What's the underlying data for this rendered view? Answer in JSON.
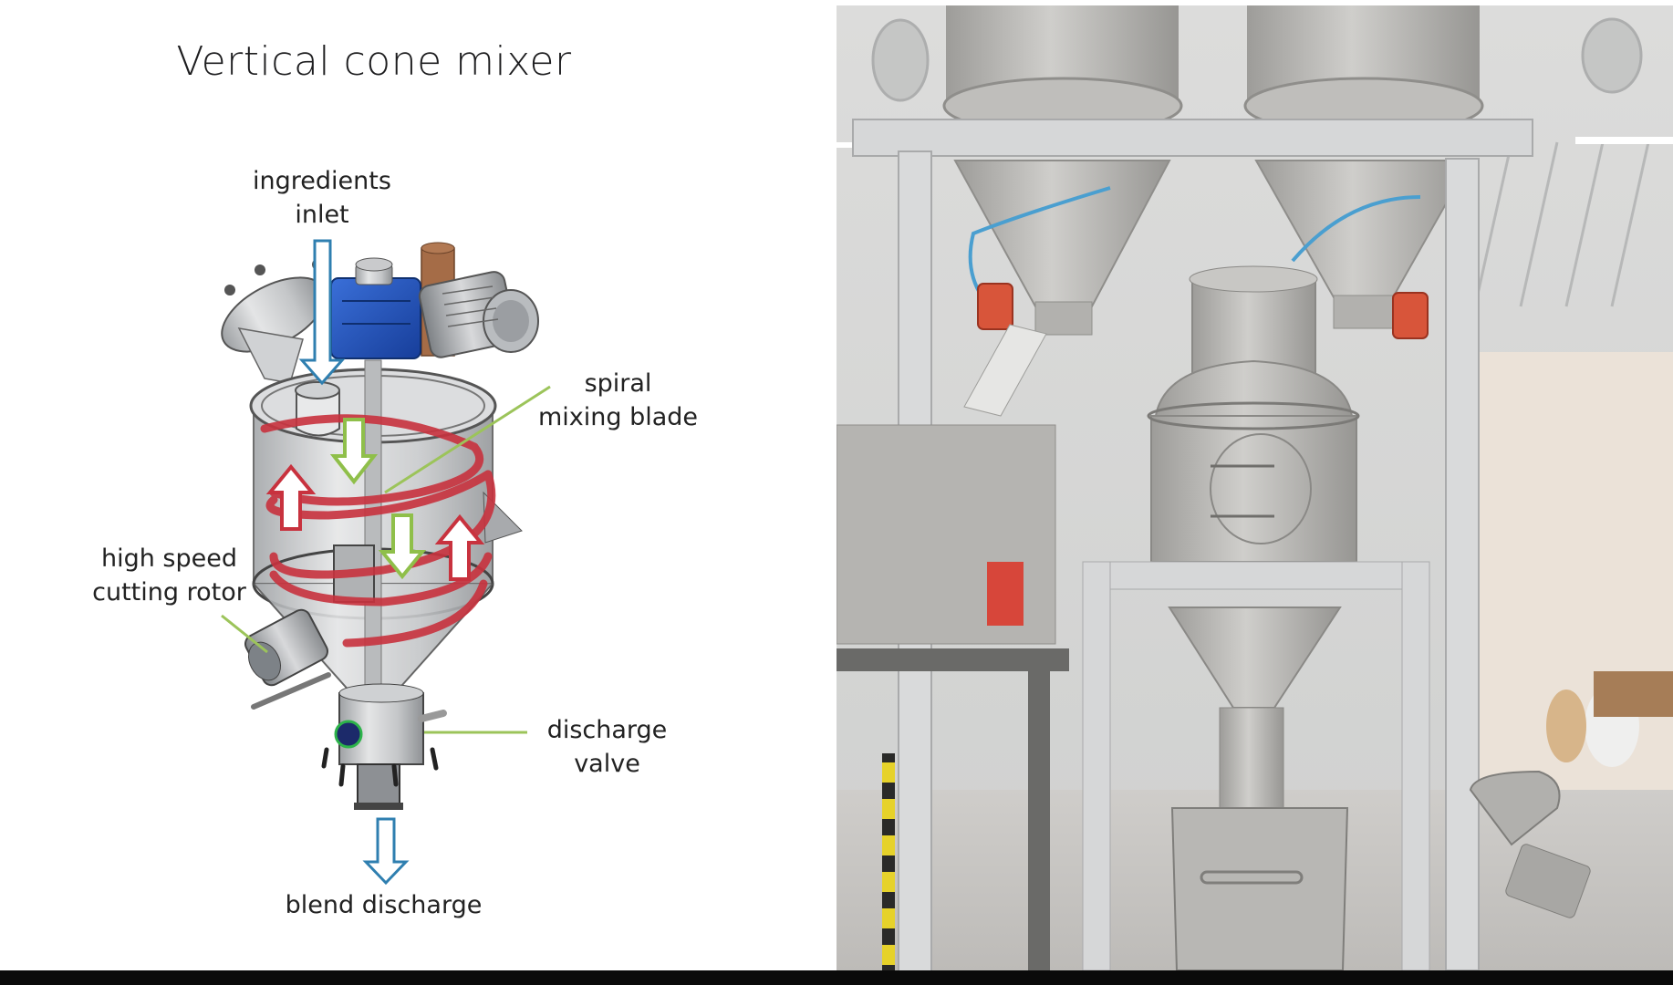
{
  "diagram": {
    "title": "Vertical cone mixer",
    "labels": {
      "ingredients_inlet": {
        "line1": "ingredients",
        "line2": "inlet"
      },
      "spiral_mixing_blade": {
        "line1": "spiral",
        "line2": "mixing blade"
      },
      "high_speed_cutting_rotor": {
        "line1": "high speed",
        "line2": "cutting rotor"
      },
      "discharge_valve": {
        "line1": "discharge",
        "line2": "valve"
      },
      "blend_discharge": {
        "line1": "blend discharge"
      }
    },
    "colors": {
      "inlet_arrow": "#2f7fb0",
      "leader_line": "#9cc45a",
      "down_flow_arrow": "#8fbf4a",
      "up_flow_arrow": "#c8323e",
      "spiral_blade": "#c8323e",
      "gearbox": "#1f4fb8",
      "vessel_steel": "#c9cacc"
    },
    "flow_arrows": [
      {
        "direction": "down",
        "type": "ingredients-inlet"
      },
      {
        "direction": "down",
        "type": "mix-flow"
      },
      {
        "direction": "down",
        "type": "mix-flow"
      },
      {
        "direction": "up",
        "type": "mix-flow"
      },
      {
        "direction": "up",
        "type": "mix-flow"
      },
      {
        "direction": "down",
        "type": "blend-discharge"
      }
    ]
  },
  "photo": {
    "subject": "installed vertical cone mixer with twin hoppers, frame, and discharge bin",
    "colors": {
      "steel": "#b9b8b5",
      "frame": "#d6d7d8",
      "wall": "#ebe2d8",
      "vibrator_motor": "#d8553a",
      "air_hose": "#4a9fd0",
      "hazard_stripe_yellow": "#e6d22a"
    }
  }
}
